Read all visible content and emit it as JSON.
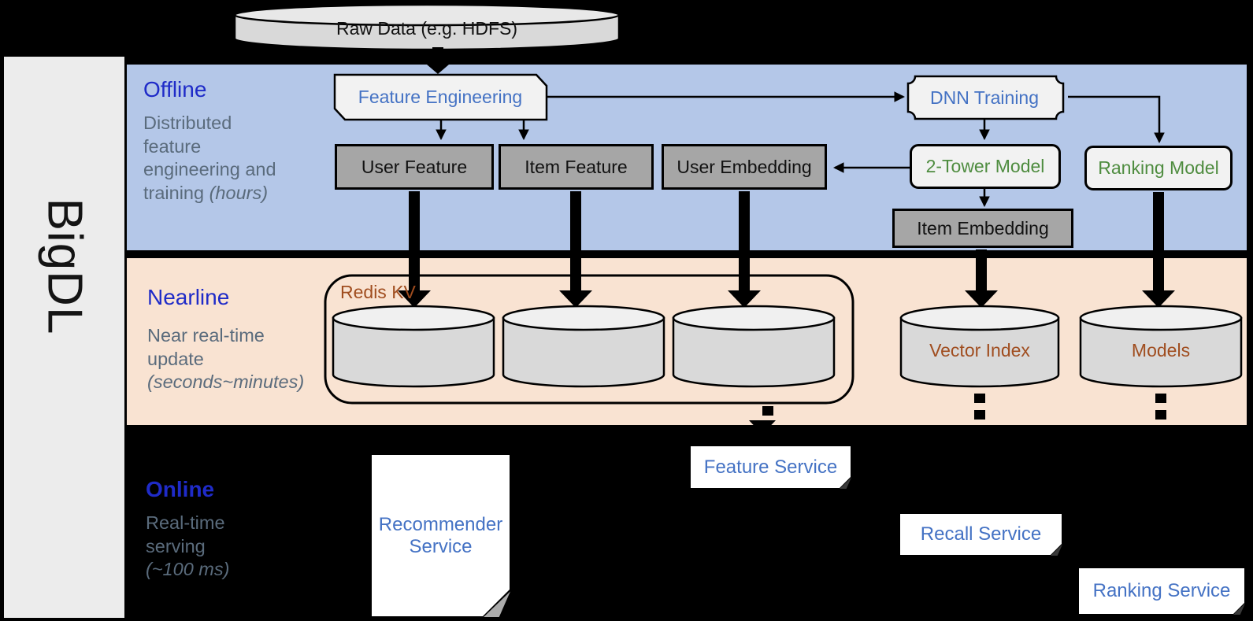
{
  "colors": {
    "band_offline": "#B4C7E8",
    "band_nearline": "#F9E3D2",
    "node_gray": "#A6A6A6",
    "node_light": "#F2F2F2",
    "accent_blue": "#4472C4",
    "accent_green": "#4E8C3F",
    "accent_brown": "#A04D1F",
    "title_blue": "#1F2BC8",
    "desc_gray": "#5A6B7C"
  },
  "sidebar": {
    "brand": "BigDL"
  },
  "pipeline": {
    "source": "Raw Data (e.g. HDFS)"
  },
  "offline": {
    "title": "Offline",
    "description": [
      "Distributed",
      "feature",
      "engineering and"
    ],
    "description_tail": "training ",
    "description_em": "(hours)",
    "nodes": {
      "feature_engineering": "Feature Engineering",
      "dnn_training": "DNN Training",
      "user_feature": "User Feature",
      "item_feature": "Item Feature",
      "user_embedding": "User Embedding",
      "two_tower_model": "2-Tower Model",
      "ranking_model": "Ranking Model",
      "item_embedding": "Item Embedding"
    }
  },
  "nearline": {
    "title": "Nearline",
    "description": [
      "Near real-time",
      "update"
    ],
    "description_em": "(seconds~minutes)",
    "nodes": {
      "redis_kv": "Redis KV",
      "vector_index": "Vector Index",
      "models": "Models"
    }
  },
  "online": {
    "title": "Online",
    "description": [
      "Real-time",
      "serving"
    ],
    "description_em": "(~100 ms)",
    "services": {
      "recommender": "Recommender Service",
      "feature": "Feature Service",
      "recall": "Recall Service",
      "ranking": "Ranking Service"
    }
  }
}
